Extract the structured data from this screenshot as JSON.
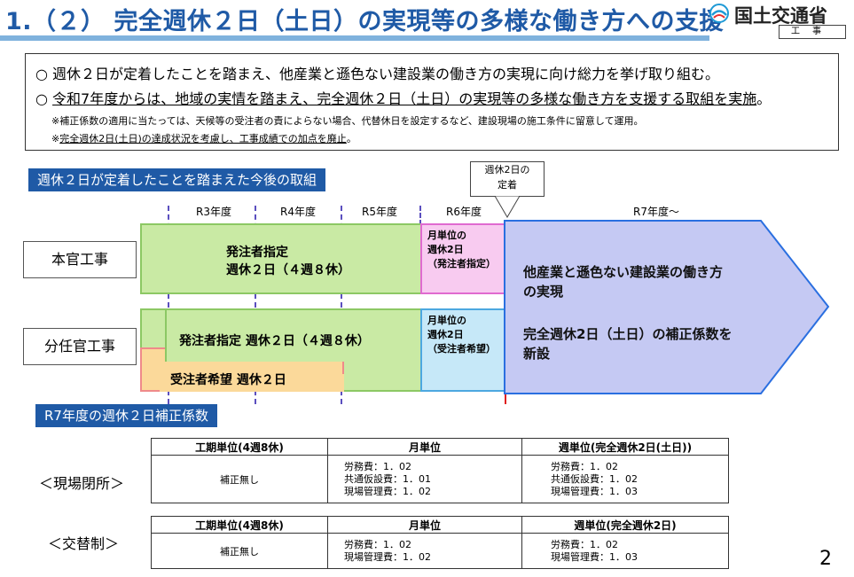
{
  "header": {
    "title": "1.（２） 完全週休２日（土日）の実現等の多様な働き方への支援",
    "ministry": "国土交通省",
    "ministry_sub": "工事"
  },
  "summary": {
    "line1": "○ 週休２日が定着したことを踏まえ、他産業と遜色ない建設業の働き方の実現に向け総力を挙げ取り組む。",
    "line2_a": "○ ",
    "line2_b": "令和7年度からは、地域の実情を踏まえ、完全週休２日（土日）の実現等の多様な働き方を支援する取組を実施",
    "line2_c": "。",
    "note1": "※補正係数の適用に当たっては、天候等の受注者の責によらない場合、代替休日を設定するなど、建設現場の施工条件に留意して運用。",
    "note2_a": "※",
    "note2_b": "完全週休2日(土日)の達成状況を考慮し、工事成績での加点を廃止",
    "note2_c": "。"
  },
  "section1": {
    "label": "週休２日が定着したことを踏まえた今後の取組",
    "callout_line1": "週休2日の",
    "callout_line2": "定着",
    "years": [
      "R3年度",
      "R4年度",
      "R5年度",
      "R6年度",
      "R7年度～"
    ],
    "row1_label": "本官工事",
    "row2_label": "分任官工事",
    "row1_text1": "発注者指定",
    "row1_text2": "週休２日（４週８休）",
    "row2_text": "発注者指定 週休２日（４週８休）",
    "row2_sub_text": "受注者希望 週休２日",
    "pink_lines": [
      "月単位の",
      "週休2日",
      "（発注者指定）"
    ],
    "blue_lines": [
      "月単位の",
      "週休2日",
      "（受注者希望）"
    ],
    "arrow_line1": "他産業と遜色ない建設業の働き方",
    "arrow_line2": "の実現",
    "arrow_line3": "完全週休2日（土日）の補正係数を",
    "arrow_line4": "新設"
  },
  "section2": {
    "label": "R7年度の週休２日補正係数",
    "table1": {
      "row_label": "＜現場閉所＞",
      "headers": [
        "工期単位(4週8休)",
        "月単位",
        "週単位(完全週休2日(土日))"
      ],
      "col1": "補正無し",
      "col2": [
        "労務費：1．02",
        "共通仮設費：1．01",
        "現場管理費：1．02"
      ],
      "col3": [
        "労務費：1．02",
        "共通仮設費：1．02",
        "現場管理費：1．03"
      ]
    },
    "table2": {
      "row_label": "＜交替制＞",
      "headers": [
        "工期単位(4週8休)",
        "月単位",
        "週単位(完全週休2日)"
      ],
      "col1": "補正無し",
      "col2": [
        "労務費：1．02",
        "現場管理費：1．02"
      ],
      "col3": [
        "労務費：1．02",
        "現場管理費：1．03"
      ]
    }
  },
  "page_number": "2",
  "colors": {
    "accent_blue": "#1f5aa6",
    "green_fill": "#c9eaa4",
    "pink_fill": "#f8cbf0",
    "light_blue_fill": "#c6e8f8",
    "arrow_fill": "#c5c9f3",
    "orange_fill": "#fbd99a"
  }
}
